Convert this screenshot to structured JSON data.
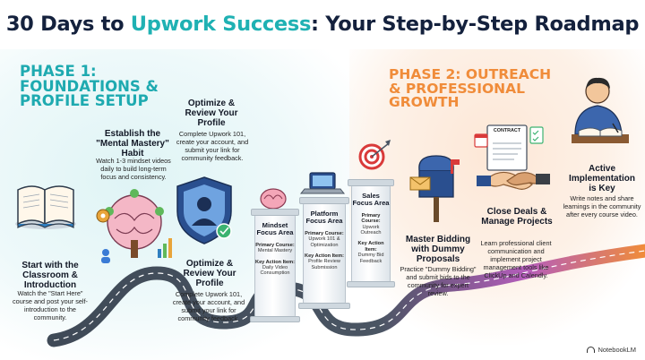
{
  "title": {
    "part1": "30 Days to ",
    "part2": "Upwork Success",
    "part3": ": Your Step-by-Step Roadmap"
  },
  "phase1": {
    "title": "PHASE 1: FOUNDATIONS & PROFILE SETUP"
  },
  "phase2": {
    "title": "PHASE 2: OUTREACH & PROFESSIONAL GROWTH"
  },
  "steps": {
    "classroom": {
      "heading": "Start with the Classroom & Introduction",
      "body": "Watch the \"Start Here\" course and post your self-introduction to the community."
    },
    "mindset": {
      "heading": "Establish the \"Mental Mastery\" Habit",
      "body": "Watch 1-3 mindset videos daily to build long-term focus and consistency."
    },
    "profile_top": {
      "heading": "Optimize & Review Your Profile",
      "body": "Complete Upwork 101, create your account, and submit your link for community feedback."
    },
    "profile_bottom": {
      "heading": "Optimize & Review Your Profile",
      "body": "Complete Upwork 101, create your account, and submit your link for community feedback."
    },
    "bidding": {
      "heading": "Master Bidding with Dummy Proposals",
      "body": "Practice \"Dummy Bidding\" and submit bids to the community for expert review."
    },
    "close_deals": {
      "heading": "Close Deals & Manage Projects",
      "body": "Learn professional client communication and implement project management tools like ClickUp and Calendly."
    },
    "implementation": {
      "heading": "Active Implementation is Key",
      "body": "Write notes and share learnings in the community after every course video."
    }
  },
  "pillars": {
    "mindset": {
      "heading": "Mindset Focus Area",
      "course_label": "Primary Course:",
      "course": "Mental Mastery",
      "action_label": "Key Action Item:",
      "action": "Daily Video Consumption"
    },
    "platform": {
      "heading": "Platform Focus Area",
      "course_label": "Primary Course:",
      "course": "Upwork 101 & Optimization",
      "action_label": "Key Action Item:",
      "action": "Profile Review Submission"
    },
    "sales": {
      "heading": "Sales Focus Area",
      "course_label": "Primary Course:",
      "course": "Upwork Outreach",
      "action_label": "Key Action Item:",
      "action": "Dummy Bid Feedback"
    }
  },
  "contract_label": "CONTRACT",
  "watermark": "NotebookLM",
  "colors": {
    "teal": "#1fb1b3",
    "orange": "#f08c3a",
    "navy": "#14213d",
    "road": "#4a5563"
  }
}
